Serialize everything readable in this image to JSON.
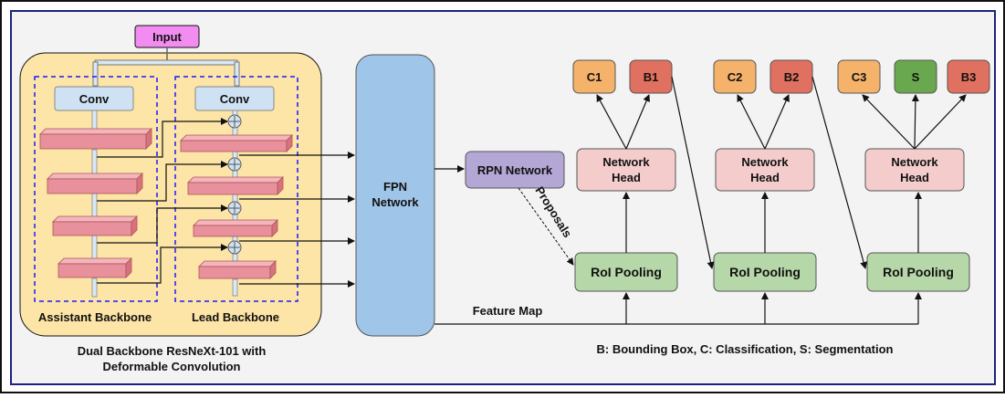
{
  "input": "Input",
  "conv_left": "Conv",
  "conv_right": "Conv",
  "assistant_backbone": "Assistant Backbone",
  "lead_backbone": "Lead Backbone",
  "caption_left_line1": "Dual Backbone ResNeXt-101 with",
  "caption_left_line2": "Deformable Convolution",
  "fpn_line1": "FPN",
  "fpn_line2": "Network",
  "rpn": "RPN Network",
  "proposals": "Proposals",
  "feature_map": "Feature Map",
  "heads": [
    {
      "line1": "Network",
      "line2": "Head"
    },
    {
      "line1": "Network",
      "line2": "Head"
    },
    {
      "line1": "Network",
      "line2": "Head"
    }
  ],
  "roi_pooling": [
    "RoI Pooling",
    "RoI Pooling",
    "RoI Pooling"
  ],
  "outputs": [
    {
      "label": "C1",
      "color": "#f4b26b"
    },
    {
      "label": "B1",
      "color": "#e0705f"
    },
    {
      "label": "C2",
      "color": "#f4b26b"
    },
    {
      "label": "B2",
      "color": "#e0705f"
    },
    {
      "label": "C3",
      "color": "#f4b26b"
    },
    {
      "label": "S",
      "color": "#6aa84f"
    },
    {
      "label": "B3",
      "color": "#e0705f"
    }
  ],
  "legend": "B: Bounding Box, C: Classification, S: Segmentation",
  "colors": {
    "input_fill": "#f28cf0",
    "backbone_panel": "#fce5a6",
    "conv_fill": "#cfe2f3",
    "layer_fill": "#e8919c",
    "fpn_fill": "#9fc5e8",
    "rpn_fill": "#b4a7d6",
    "head_fill": "#f4cccc",
    "roi_fill": "#b6d7a8",
    "frame": "#1a237e"
  }
}
